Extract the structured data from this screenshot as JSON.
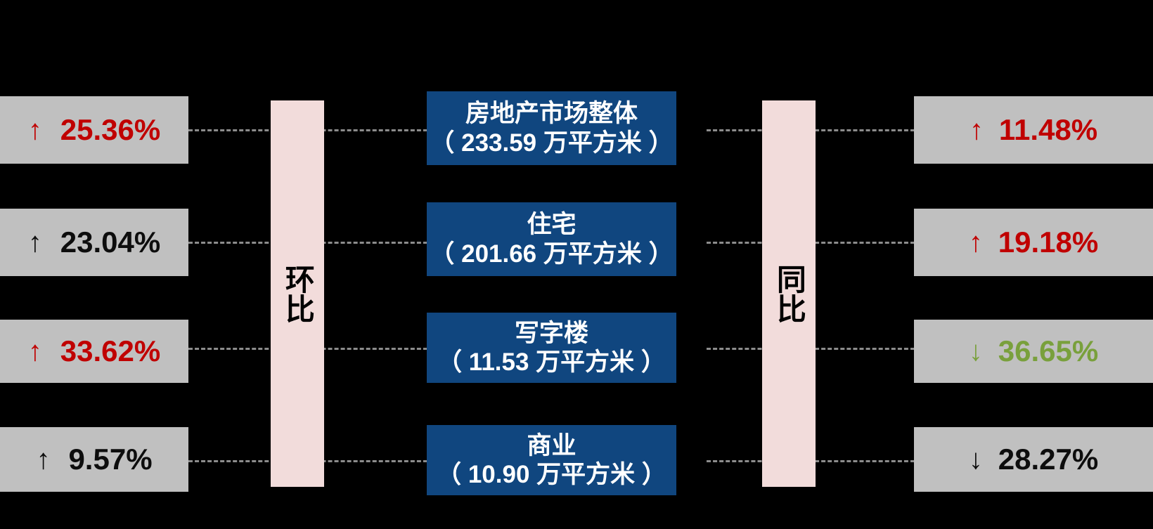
{
  "chart_data": {
    "type": "table",
    "title": "",
    "axis_labels": {
      "left": "环比",
      "right": "同比"
    },
    "unit": "万平方米",
    "categories": [
      {
        "name": "房地产市场整体",
        "value_text": "（ 233.59 万平方米 ）",
        "value": 233.59,
        "mom": {
          "arrow": "↑",
          "text": "25.36%",
          "direction": "up",
          "color": "#c00000"
        },
        "yoy": {
          "arrow": "↑",
          "text": "11.48%",
          "direction": "up",
          "color": "#c00000"
        }
      },
      {
        "name": "住宅",
        "value_text": "（ 201.66 万平方米 ）",
        "value": 201.66,
        "mom": {
          "arrow": "↑",
          "text": "23.04%",
          "direction": "up",
          "color": "#0d0d0d"
        },
        "yoy": {
          "arrow": "↑",
          "text": "19.18%",
          "direction": "up",
          "color": "#c00000"
        }
      },
      {
        "name": "写字楼",
        "value_text": "（ 11.53 万平方米 ）",
        "value": 11.53,
        "mom": {
          "arrow": "↑",
          "text": "33.62%",
          "direction": "up",
          "color": "#c00000"
        },
        "yoy": {
          "arrow": "↓",
          "text": "36.65%",
          "direction": "down",
          "color": "#79a03c"
        }
      },
      {
        "name": "商业",
        "value_text": "（ 10.90 万平方米 ）",
        "value": 10.9,
        "mom": {
          "arrow": "↑",
          "text": "9.57%",
          "direction": "up",
          "color": "#0d0d0d"
        },
        "yoy": {
          "arrow": "↓",
          "text": "28.27%",
          "direction": "down",
          "color": "#0d0d0d"
        }
      }
    ],
    "colors": {
      "category_box": "#10467f",
      "metric_box": "#c0c0c0",
      "axis_bar": "#f2dcdb",
      "background": "#000000",
      "connector": "#8c8c8c",
      "up": "#c00000",
      "down": "#79a03c",
      "neutral": "#0d0d0d"
    }
  }
}
